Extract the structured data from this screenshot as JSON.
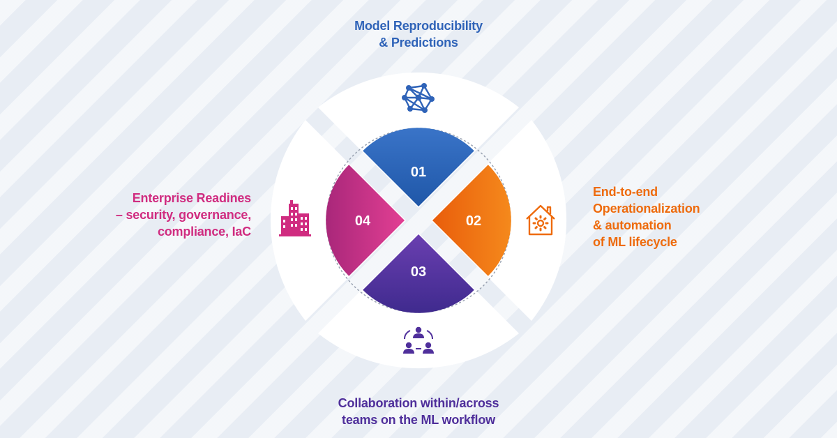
{
  "segments": [
    {
      "number": "01",
      "title_lines": [
        "Model Reproducibility",
        "& Predictions"
      ],
      "icon": "network-icon",
      "color": "#2f63b8"
    },
    {
      "number": "02",
      "title_lines": [
        "End-to-end",
        "Operationalization",
        "& automation",
        "of ML lifecycle"
      ],
      "icon": "house-gear-icon",
      "color": "#ee6b0d"
    },
    {
      "number": "03",
      "title_lines": [
        "Collaboration within/across",
        "teams on the ML workflow"
      ],
      "icon": "team-collaboration-icon",
      "color": "#4f2f9b"
    },
    {
      "number": "04",
      "title_lines": [
        "Enterprise Readines",
        "– security, governance,",
        "compliance, IaC"
      ],
      "icon": "buildings-icon",
      "color": "#d02c80"
    }
  ],
  "colors": {
    "background": "#e8edf4",
    "ring": "#ffffff",
    "segment_01_gradient": [
      "#3a74c8",
      "#1f57a8"
    ],
    "segment_02_gradient": [
      "#f5891c",
      "#e95d0b"
    ],
    "segment_03_gradient": [
      "#6a3fb0",
      "#3f2a8e"
    ],
    "segment_04_gradient": [
      "#e23f93",
      "#a9277a"
    ]
  }
}
